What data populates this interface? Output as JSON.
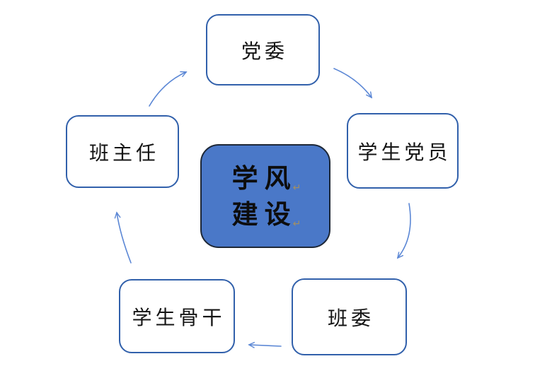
{
  "diagram": {
    "title_center": {
      "line1": "学风",
      "line2": "建设",
      "return_mark": "↵"
    },
    "nodes": [
      {
        "id": "top",
        "label": "党委"
      },
      {
        "id": "right",
        "label": "学生党员"
      },
      {
        "id": "bottom-right",
        "label": "班委"
      },
      {
        "id": "bottom-left",
        "label": "学生骨干"
      },
      {
        "id": "left",
        "label": "班主任"
      }
    ],
    "edges": [
      {
        "from": "班主任",
        "to": "党委"
      },
      {
        "from": "党委",
        "to": "学生党员"
      },
      {
        "from": "学生党员",
        "to": "班委"
      },
      {
        "from": "班委",
        "to": "学生骨干"
      },
      {
        "from": "学生骨干",
        "to": "班主任"
      }
    ],
    "colors": {
      "node_border_blue": "#3160ab",
      "node_fill_white": "#ffffff",
      "center_fill_blue": "#4a78c8",
      "center_border_dark": "#1d2736",
      "arrow_blue": "#5b87d5",
      "text_black": "#141414",
      "return_mark_tan": "#a38f63",
      "background": "#ffffff"
    }
  }
}
